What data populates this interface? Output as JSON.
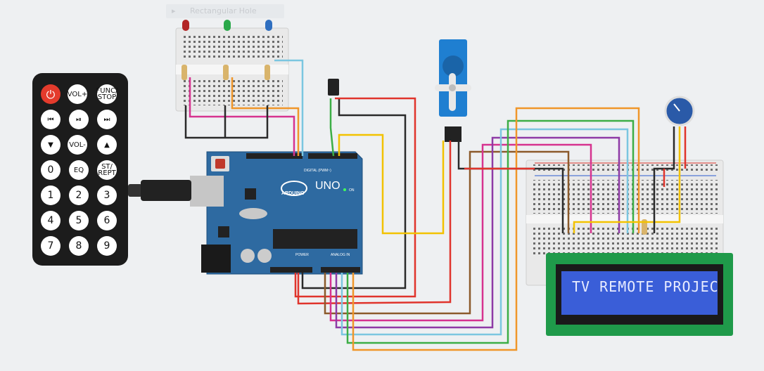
{
  "tooltip": {
    "label": "Rectangular Hole"
  },
  "remote": {
    "buttons": [
      {
        "label": "⏻"
      },
      {
        "label": "VOL+"
      },
      {
        "label": "FUNC/ STOP"
      },
      {
        "label": "⏮"
      },
      {
        "label": "⏯"
      },
      {
        "label": "⏭"
      },
      {
        "label": "▼"
      },
      {
        "label": "VOL-"
      },
      {
        "label": "▲"
      },
      {
        "label": "0"
      },
      {
        "label": "EQ"
      },
      {
        "label": "ST/ REPT"
      },
      {
        "label": "1"
      },
      {
        "label": "2"
      },
      {
        "label": "3"
      },
      {
        "label": "4"
      },
      {
        "label": "5"
      },
      {
        "label": "6"
      },
      {
        "label": "7"
      },
      {
        "label": "8"
      },
      {
        "label": "9"
      }
    ]
  },
  "arduino": {
    "model": "UNO",
    "brand": "ARDUINO",
    "digital_label": "DIGITAL (PWM~)",
    "analog_label": "ANALOG IN",
    "power_label": "POWER",
    "on_label": "ON"
  },
  "lcd": {
    "text": "TV REMOTE PROJEC"
  },
  "colors": {
    "red_wire": "#e0342c",
    "black_wire": "#2a2a2a",
    "yellow_wire": "#f2c200",
    "orange_wire": "#f0962a",
    "green_wire": "#3cae46",
    "blue_wire": "#7bc6e0",
    "purple_wire": "#8e3ba6",
    "pink_wire": "#d6338f",
    "brown_wire": "#8b5a2b",
    "board_blue": "#2e6aa1",
    "lcd_green": "#1f9a4a"
  }
}
